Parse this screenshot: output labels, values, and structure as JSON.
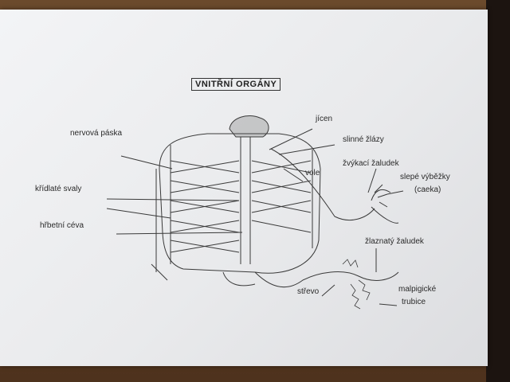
{
  "title": "VNITŘNÍ ORGÁNY",
  "labels": {
    "jicen": "jícen",
    "slinne_zlazy": "slinné žlázy",
    "nervova_paska": "nervová páska",
    "zvykaci_zaludek": "žvýkací žaludek",
    "slepe_vybezky": "slepé výběžky",
    "caeka": "(caeka)",
    "vole": "vole",
    "kridlate_svaly": "křídlaté svaly",
    "hrbetni_ceva": "hřbetní céva",
    "zlaznaty_zaludek": "žlaznatý žaludek",
    "strevo": "střevo",
    "malpigicke": "malpigické",
    "trubice": "trubice"
  }
}
